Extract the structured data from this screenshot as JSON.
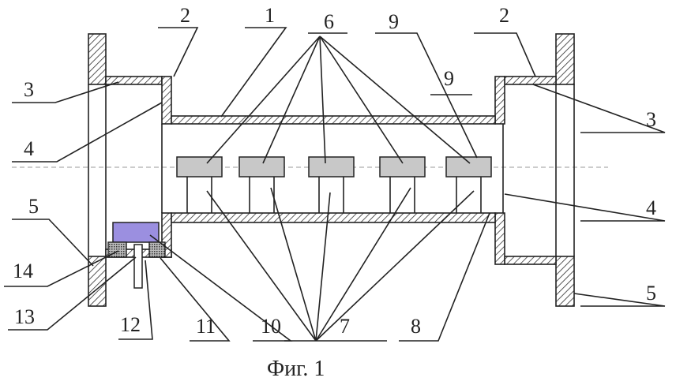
{
  "figure": {
    "caption": "Фиг. 1",
    "labels": {
      "l1": "1",
      "l2a": "2",
      "l2b": "2",
      "l3a": "3",
      "l3b": "3",
      "l4a": "4",
      "l4b": "4",
      "l5a": "5",
      "l5b": "5",
      "l6": "6",
      "l7": "7",
      "l8": "8",
      "l9a": "9",
      "l9b": "9",
      "l10": "10",
      "l11": "11",
      "l12": "12",
      "l13": "13",
      "l14": "14"
    },
    "colors": {
      "sensor": "#c8c8c8",
      "block_10": "#9b8fe0",
      "line": "#222222"
    }
  }
}
